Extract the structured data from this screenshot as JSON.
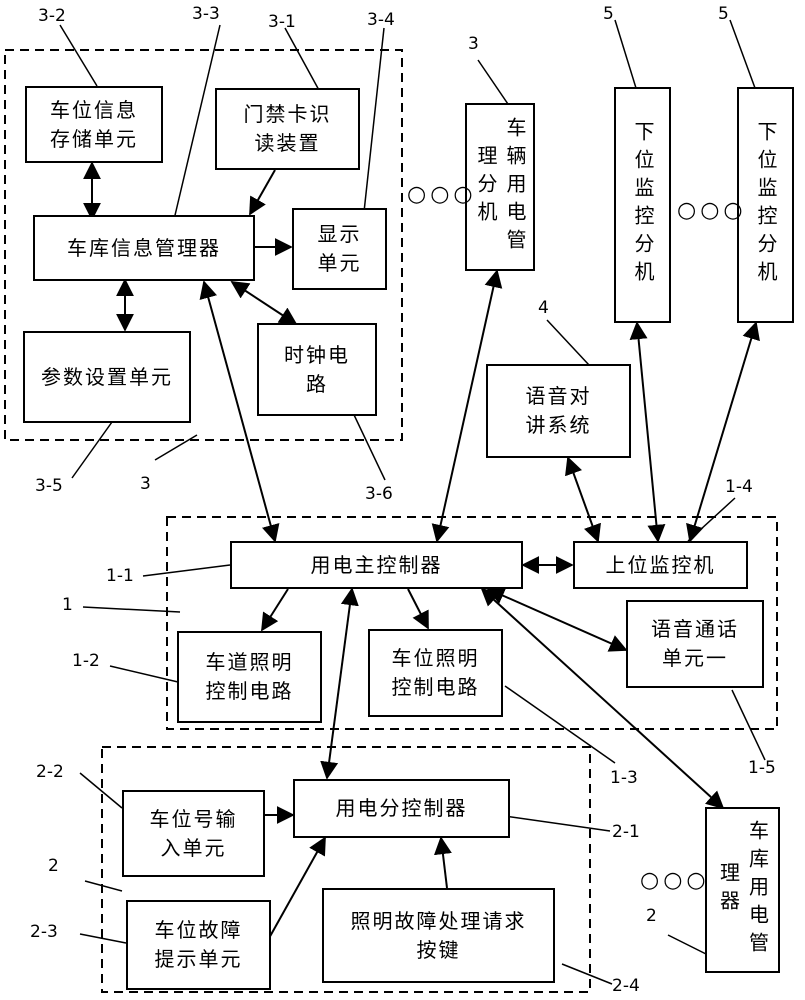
{
  "boxes": {
    "parking_storage": "车位信息存储单元",
    "card_reader": "门禁卡识读装置",
    "garage_info_manager": "车库信息管理器",
    "display_unit": "显示单元",
    "param_setting": "参数设置单元",
    "clock_circuit": "时钟电路",
    "vehicle_power_sub": "车辆用电管理分机",
    "lower_monitor_1": "下位监控分机",
    "lower_monitor_2": "下位监控分机",
    "voice_intercom": "语音对讲系统",
    "main_controller": "用电主控制器",
    "upper_monitor": "上位监控机",
    "lane_lighting": "车道照明控制电路",
    "space_lighting": "车位照明控制电路",
    "voice_call_unit": "语音通话单元一",
    "sub_controller": "用电分控制器",
    "space_no_input": "车位号输入单元",
    "space_fault": "车位故障提示单元",
    "light_fault_button": "照明故障处理请求按键",
    "garage_power_manager": "车库用电管理器"
  },
  "labels": {
    "l_3_2": "3-2",
    "l_3_3": "3-3",
    "l_3_1": "3-1",
    "l_3_4": "3-4",
    "l_3_top": "3",
    "l_5_a": "5",
    "l_5_b": "5",
    "l_4": "4",
    "l_3_5": "3-5",
    "l_3_bottom": "3",
    "l_3_6": "3-6",
    "l_1_4": "1-4",
    "l_1_1": "1-1",
    "l_1": "1",
    "l_1_2": "1-2",
    "l_1_3": "1-3",
    "l_1_5": "1-5",
    "l_2_2": "2-2",
    "l_2_1": "2-1",
    "l_2": "2",
    "l_2_3": "2-3",
    "l_2_4": "2-4",
    "l_2_right": "2"
  },
  "ellipsis": "○○○"
}
